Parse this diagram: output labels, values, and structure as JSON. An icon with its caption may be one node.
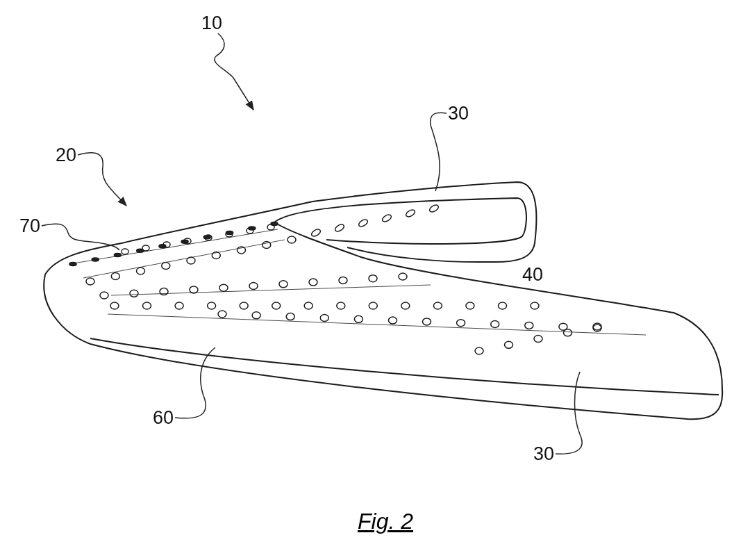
{
  "diagram": {
    "caption": "Fig. 2",
    "nodes": [
      {
        "text": [
          "10"
        ]
      },
      {
        "text": [
          "20"
        ]
      },
      {
        "text": [
          "30"
        ]
      },
      {
        "text": [
          "70"
        ]
      },
      {
        "text": [
          "60"
        ]
      },
      {
        "text": [
          "30"
        ]
      }
    ],
    "edges": [
      {
        "from": 0,
        "to": null,
        "arrow": "to"
      },
      {
        "from": 1,
        "to": null,
        "arrow": "to"
      },
      {
        "from": 2,
        "to": null,
        "arrow": "none"
      },
      {
        "from": 3,
        "to": null,
        "arrow": "none"
      },
      {
        "from": 4,
        "to": null,
        "arrow": "none"
      },
      {
        "from": 5,
        "to": null,
        "arrow": "none"
      }
    ],
    "labels": [
      "40"
    ]
  }
}
